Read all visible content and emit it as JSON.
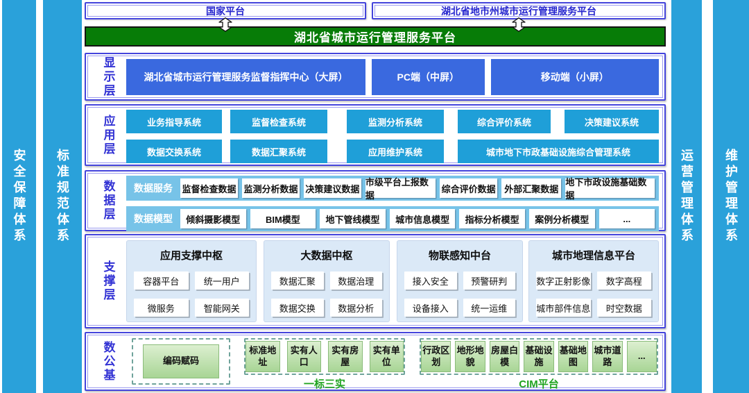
{
  "top": {
    "national_platform": "国家平台",
    "prefecture_platform": "湖北省地市州城市运行管理服务平台",
    "main_platform": "湖北省城市运行管理服务平台"
  },
  "side_systems": {
    "left": [
      "安全保障体系",
      "标准规范体系"
    ],
    "right": [
      "运营管理体系",
      "维护管理体系"
    ]
  },
  "display_layer": {
    "label": "显示层",
    "boxes": [
      "湖北省城市运行管理服务监督指挥中心（大屏）",
      "PC端（中屏）",
      "移动端（小屏）"
    ]
  },
  "application_layer": {
    "label": "应用层",
    "row1": [
      "业务指导系统",
      "监督检查系统",
      "监测分析系统",
      "综合评价系统",
      "决策建议系统"
    ],
    "row2": [
      "数据交换系统",
      "数据汇聚系统",
      "应用维护系统",
      "城市地下市政基础设施综合管理系统"
    ]
  },
  "data_layer": {
    "label": "数据层",
    "service_row": {
      "title": "数据服务",
      "items": [
        "监督检查数据",
        "监测分析数据",
        "决策建议数据",
        "市级平台上报数据",
        "综合评价数据",
        "外部汇聚数据",
        "地下市政设施基础数据"
      ]
    },
    "model_row": {
      "title": "数据模型",
      "items": [
        "倾斜摄影模型",
        "BIM模型",
        "地下管线模型",
        "城市信息模型",
        "指标分析模型",
        "案例分析模型",
        "..."
      ]
    }
  },
  "support_layer": {
    "label": "支撑层",
    "groups": [
      {
        "title": "应用支撑中枢",
        "items": [
          "容器平台",
          "统一用户",
          "微服务",
          "智能网关"
        ]
      },
      {
        "title": "大数据中枢",
        "items": [
          "数据汇聚",
          "数据治理",
          "数据交换",
          "数据分析"
        ]
      },
      {
        "title": "物联感知中台",
        "items": [
          "接入安全",
          "预警研判",
          "设备接入",
          "统一运维"
        ]
      },
      {
        "title": "城市地理信息平台",
        "items": [
          "数字正射影像",
          "数字高程",
          "城市部件信息",
          "时空数据"
        ]
      }
    ]
  },
  "base_layer": {
    "label": "数公基",
    "coding_box": "编码赋码",
    "ybss_group": {
      "caption": "一标三实",
      "items": [
        "标准地址",
        "实有人口",
        "实有房屋",
        "实有单位"
      ]
    },
    "cim_group": {
      "caption": "CIM平台",
      "items": [
        "行政区划",
        "地形地貌",
        "房屋白模",
        "基础设施",
        "基础地图",
        "城市道路",
        "..."
      ]
    }
  },
  "colors": {
    "sidebar_blue": "#2AA1DA",
    "display_box_blue": "#3A69DF",
    "app_box_blue": "#1F9FD8",
    "data_bar_blue": "#77C3E8",
    "support_panel_blue": "#DBE9F7",
    "panel_border_blue": "#4444DC",
    "layer_label_blue": "#3232D4",
    "green_bar": "#077C07",
    "green_caption": "#1FA31F",
    "green_box_border": "#8ABB7A",
    "dashed_border_teal": "#6FA39B"
  }
}
